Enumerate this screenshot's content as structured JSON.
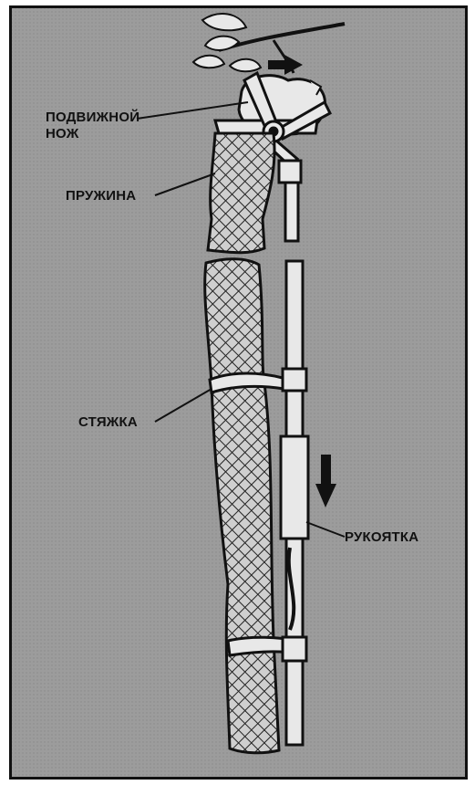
{
  "labels": {
    "knife_line1": "ПОДВИЖНОЙ",
    "knife_line2": "НОЖ",
    "spring": "ПРУЖИНА",
    "tie": "СТЯЖКА",
    "handle": "РУКОЯТКА"
  },
  "colors": {
    "background": "#9c9c9c",
    "ink": "#111111",
    "highlight": "#e8e8e8"
  }
}
